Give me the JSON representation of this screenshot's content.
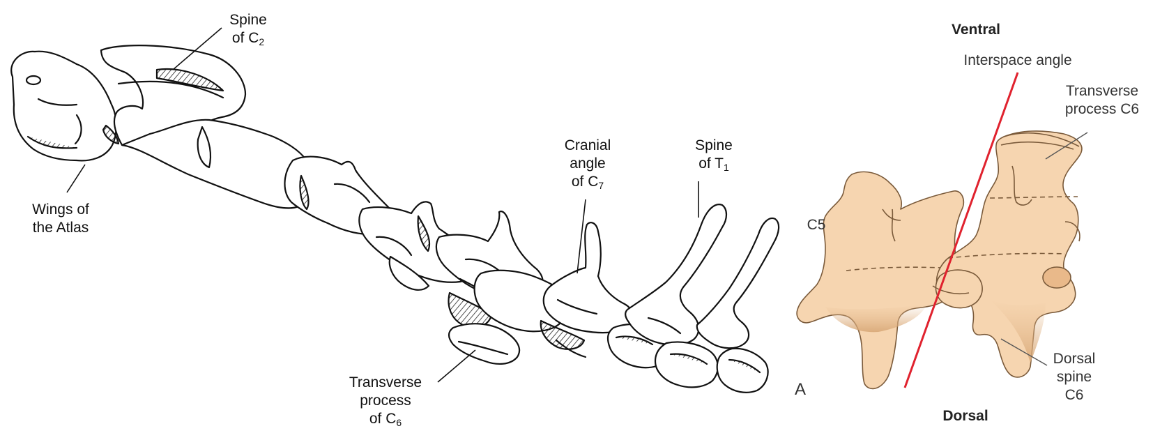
{
  "left_figure": {
    "labels": {
      "spine_c2": {
        "line1": "Spine",
        "line2_prefix": "of C",
        "line2_sub": "2"
      },
      "wings_atlas": {
        "line1": "Wings of",
        "line2": "the Atlas"
      },
      "cranial_angle": {
        "line1": "Cranial",
        "line2": "angle",
        "line3_prefix": "of C",
        "line3_sub": "7"
      },
      "spine_t1": {
        "line1": "Spine",
        "line2_prefix": "of T",
        "line2_sub": "1"
      },
      "transverse_c6": {
        "line1": "Transverse",
        "line2": "process",
        "line3_prefix": "of C",
        "line3_sub": "6"
      }
    }
  },
  "right_figure": {
    "ventral": "Ventral",
    "dorsal": "Dorsal",
    "interspace_angle": "Interspace angle",
    "transverse_process": {
      "line1": "Transverse",
      "line2": "process C6"
    },
    "c5": "C5",
    "dorsal_spine": {
      "line1": "Dorsal",
      "line2": "spine",
      "line3": "C6"
    },
    "panel_letter": "A",
    "colors": {
      "bone_fill": "#f6d5b0",
      "bone_stroke": "#7a5a3a",
      "angle_line": "#e0222e"
    }
  }
}
